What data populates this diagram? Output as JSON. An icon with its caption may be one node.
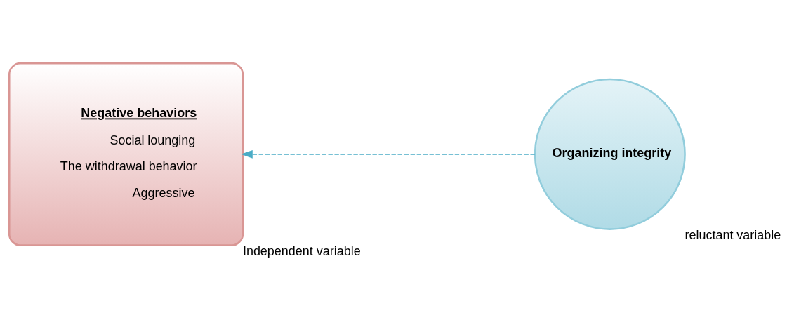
{
  "diagram": {
    "nodes": [
      {
        "text": [
          "Negative behaviors",
          "Social lounging",
          "The withdrawal behavior",
          "Aggressive"
        ],
        "beside": [
          "Independent variable"
        ]
      },
      {
        "text": [
          "Organizing integrity"
        ],
        "beside": [
          "reluctant variable"
        ]
      }
    ],
    "edges": [
      {
        "from": 1,
        "to": 0,
        "arrow": "to",
        "style": "dashed",
        "color": "#4bacc6"
      }
    ]
  }
}
